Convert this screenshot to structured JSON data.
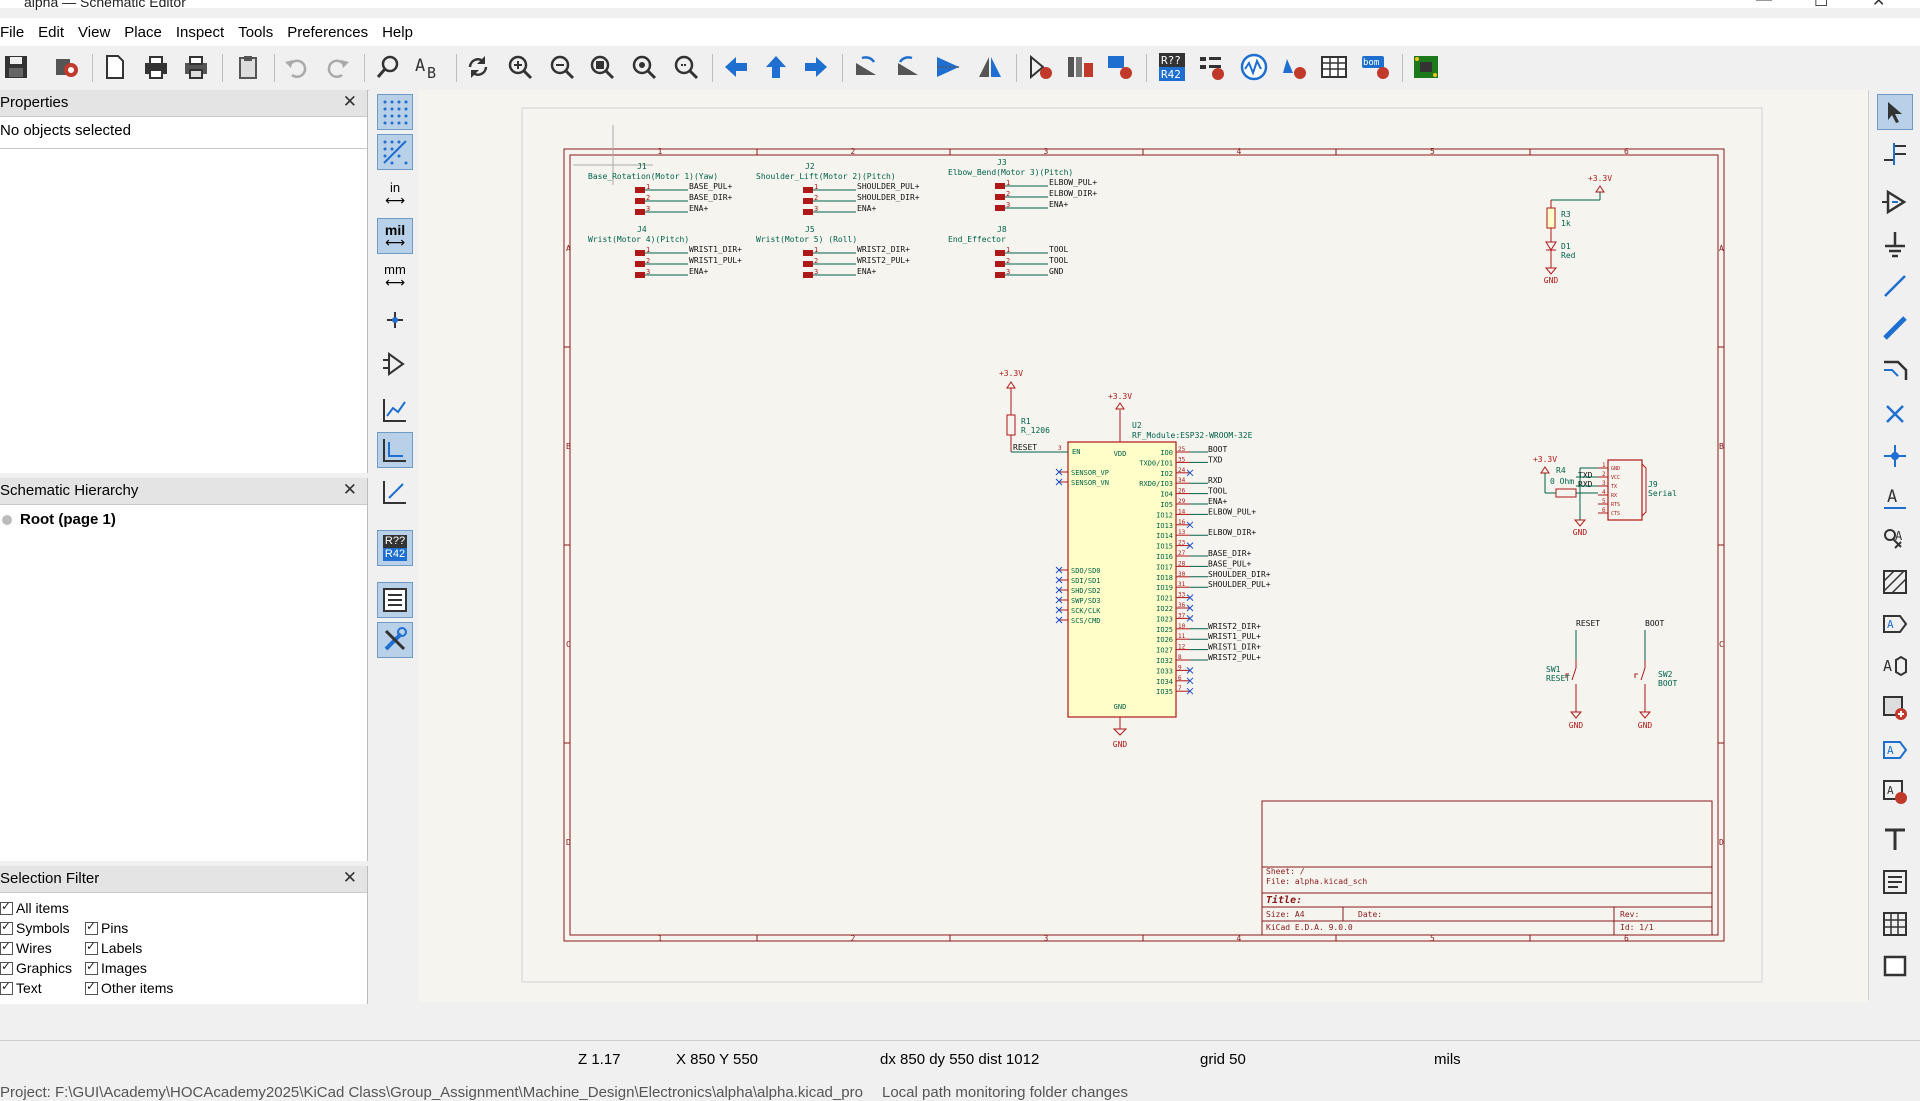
{
  "window": {
    "title": "alpha — Schematic Editor"
  },
  "menu": [
    "File",
    "Edit",
    "View",
    "Place",
    "Inspect",
    "Tools",
    "Preferences",
    "Help"
  ],
  "toolbar_icons": [
    "save-icon",
    "schematic-setup-icon",
    "page-settings-icon",
    "print-icon",
    "plot-icon",
    "paste-icon",
    "undo-icon",
    "redo-icon",
    "find-icon",
    "find-replace-icon",
    "refresh-icon",
    "zoom-in-icon",
    "zoom-out-icon",
    "zoom-fit-icon",
    "zoom-objects-icon",
    "zoom-selection-icon",
    "navigate-back-icon",
    "navigate-up-icon",
    "navigate-forward-icon",
    "rotate-ccw-icon",
    "rotate-cw-icon",
    "mirror-vertical-icon",
    "mirror-horizontal-icon",
    "symbol-editor-icon",
    "symbol-library-browser-icon",
    "footprint-assign-icon",
    "annotate-icon",
    "erc-icon",
    "simulator-icon",
    "netlist-icon",
    "bom-table-icon",
    "bom-icon",
    "pcb-editor-icon"
  ],
  "properties": {
    "title": "Properties",
    "empty_text": "No objects selected"
  },
  "hierarchy": {
    "title": "Schematic Hierarchy",
    "root": "Root (page 1)"
  },
  "selection_filter": {
    "title": "Selection Filter",
    "items": [
      "All items",
      "Symbols",
      "Pins",
      "Wires",
      "Labels",
      "Graphics",
      "Images",
      "Text",
      "Other items"
    ]
  },
  "left_toolbar": {
    "unit_in": "in",
    "unit_mil": "mil",
    "unit_mm": "mm",
    "annotate_top": "R??",
    "annotate_bottom": "R42"
  },
  "status": {
    "zoom": "Z 1.17",
    "cursor": "X 850  Y 550",
    "delta": "dx 850  dy 550  dist 1012",
    "grid": "grid 50",
    "units": "mils",
    "path": "Project: F:\\GUI\\Academy\\HOCAcademy2025\\KiCad Class\\Group_Assignment\\Machine_Design\\Electronics\\alpha\\alpha.kicad_pro",
    "path2": "Local path monitoring folder changes"
  },
  "schematic": {
    "border_cols": [
      "1",
      "2",
      "3",
      "4",
      "5",
      "6"
    ],
    "border_rows": [
      "A",
      "B",
      "C",
      "D"
    ],
    "connectors": [
      {
        "ref": "J1",
        "title": "Base_Rotation(Motor 1)(Yaw)",
        "pins": [
          "BASE_PUL+",
          "BASE_DIR+",
          "ENA+"
        ]
      },
      {
        "ref": "J2",
        "title": "Shoulder_Lift(Motor 2)(Pitch)",
        "pins": [
          "SHOULDER_PUL+",
          "SHOULDER_DIR+",
          "ENA+"
        ]
      },
      {
        "ref": "J3",
        "title": "Elbow_Bend(Motor 3)(Pitch)",
        "pins": [
          "ELBOW_PUL+",
          "ELBOW_DIR+",
          "ENA+"
        ]
      },
      {
        "ref": "J4",
        "title": "Wrist(Motor 4)(Pitch)",
        "pins": [
          "WRIST1_DIR+",
          "WRIST1_PUL+",
          "ENA+"
        ]
      },
      {
        "ref": "J5",
        "title": "Wrist(Motor 5) (Roll)",
        "pins": [
          "WRIST2_DIR+",
          "WRIST2_PUL+",
          "ENA+"
        ]
      },
      {
        "ref": "J8",
        "title": "End_Effector",
        "pins": [
          "TOOL",
          "TOOL",
          "GND"
        ]
      }
    ],
    "pin_numbers": [
      "1",
      "2",
      "3"
    ],
    "mcu": {
      "ref": "U2",
      "value": "RF_Module:ESP32-WROOM-32E",
      "pwr": "+3.3V",
      "gnd": "GND",
      "vdd": "VDD",
      "gnd_pin": "GND",
      "en": "EN",
      "left_pins": [
        "SENSOR_VP",
        "SENSOR_VN",
        "SDO/SD0",
        "SDI/SD1",
        "SHD/SD2",
        "SWP/SD3",
        "SCK/CLK",
        "SCS/CMD"
      ],
      "right_pins": [
        "IO0",
        "TXD0/IO1",
        "IO2",
        "RXD0/IO3",
        "IO4",
        "IO5",
        "IO12",
        "IO13",
        "IO14",
        "IO15",
        "IO16",
        "IO17",
        "IO18",
        "IO19",
        "IO21",
        "IO22",
        "IO23",
        "IO25",
        "IO26",
        "IO27",
        "IO32",
        "IO33",
        "IO34",
        "IO35"
      ],
      "right_nums": [
        "25",
        "35",
        "24",
        "34",
        "26",
        "29",
        "14",
        "16",
        "13",
        "23",
        "27",
        "28",
        "30",
        "31",
        "33",
        "36",
        "37",
        "10",
        "11",
        "12",
        "8",
        "9",
        "6",
        "7"
      ],
      "right_labels": [
        "BOOT",
        "TXD",
        "",
        "RXD",
        "TOOL",
        "ENA+",
        "ELBOW_PUL+",
        "",
        "ELBOW_DIR+",
        "",
        "BASE_DIR+",
        "BASE_PUL+",
        "SHOULDER_DIR+",
        "SHOULDER_PUL+",
        "",
        "",
        "",
        "WRIST2_DIR+",
        "WRIST1_PUL+",
        "WRIST1_DIR+",
        "WRIST2_PUL+",
        "",
        "",
        ""
      ]
    },
    "r1": {
      "ref": "R1",
      "value": "R_1206",
      "pwr": "+3.3V",
      "net": "RESET",
      "pin": "3"
    },
    "led": {
      "r_ref": "R3",
      "r_val": "1k",
      "d_ref": "D1",
      "d_val": "Red",
      "pwr": "+3.3V",
      "gnd": "GND"
    },
    "serial": {
      "ref": "J9",
      "value": "Serial",
      "r_ref": "R4",
      "r_val": "0 Ohm",
      "pwr": "+3.3V",
      "gnd": "GND",
      "nets": [
        "TXD",
        "RXD"
      ],
      "nums": [
        "1",
        "2",
        "3",
        "4",
        "5",
        "6"
      ],
      "pins": [
        "GND",
        "VCC",
        "TX",
        "RX",
        "RTS",
        "CTS"
      ]
    },
    "sw1": {
      "ref": "SW1",
      "value": "RESET",
      "net": "RESET",
      "gnd": "GND"
    },
    "sw2": {
      "ref": "SW2",
      "value": "BOOT",
      "net": "BOOT",
      "gnd": "GND"
    },
    "title_block": {
      "sheet": "Sheet: /",
      "file": "File: alpha.kicad_sch",
      "title": "Title:",
      "size": "Size: A4",
      "date": "Date:",
      "rev": "Rev:",
      "kicad": "KiCad E.D.A. 9.0.0",
      "id": "Id: 1/1"
    }
  }
}
